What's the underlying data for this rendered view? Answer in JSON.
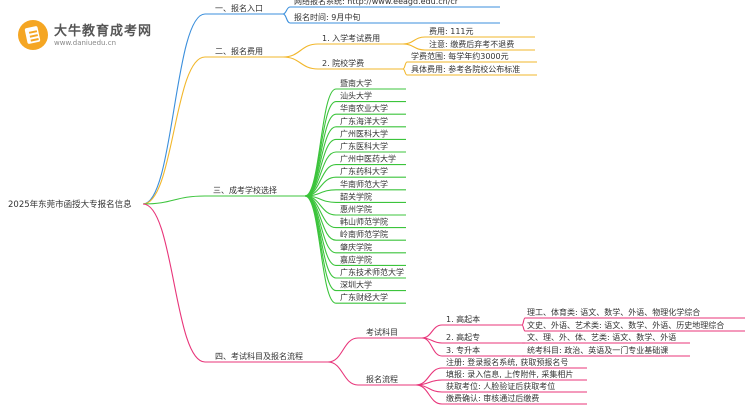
{
  "logo": {
    "name": "大牛教育成考网",
    "url": "www.daniuedu.cn"
  },
  "root": "2025年东莞市函授大专报名信息",
  "branches": {
    "entry": {
      "label": "一、报名入口",
      "items": [
        "网络报名系统: http://www.eeagd.edu.cn/cr",
        "报名时间: 9月中旬"
      ]
    },
    "fee": {
      "label": "二、报名费用",
      "exam": {
        "label": "1. 入学考试费用",
        "items": [
          "费用: 111元",
          "注意: 缴费后弃考不退费"
        ]
      },
      "tuition": {
        "label": "2. 院校学费",
        "items": [
          "学费范围: 每学年约3000元",
          "具体费用: 参考各院校公布标准"
        ]
      }
    },
    "schools": {
      "label": "三、成考学校选择",
      "items": [
        "暨南大学",
        "汕头大学",
        "华南农业大学",
        "广东海洋大学",
        "广州医科大学",
        "广东医科大学",
        "广州中医药大学",
        "广东药科大学",
        "华南师范大学",
        "韶关学院",
        "惠州学院",
        "韩山师范学院",
        "岭南师范学院",
        "肇庆学院",
        "嘉应学院",
        "广东技术师范大学",
        "深圳大学",
        "广东财经大学"
      ]
    },
    "process": {
      "label": "四、考试科目及报名流程",
      "subjects": {
        "label": "考试科目",
        "high_to_bachelor": {
          "label": "1. 高起本",
          "items": [
            "理工、体育类: 语文、数学、外语、物理化学综合",
            "文史、外语、艺术类: 语文、数学、外语、历史地理综合"
          ]
        },
        "high_to_college": {
          "label": "2. 高起专",
          "items": [
            "文、理、外、体、艺类: 语文、数学、外语"
          ]
        },
        "upgrade": {
          "label": "3. 专升本",
          "items": [
            "统考科目: 政治、英语及一门专业基础课"
          ]
        }
      },
      "flow": {
        "label": "报名流程",
        "items": [
          "注册: 登录报名系统, 获取预报名号",
          "填报: 录入信息, 上传附件, 采集相片",
          "获取考位: 人脸验证后获取考位",
          "缴费确认: 审核通过后缴费"
        ]
      }
    }
  },
  "colors": {
    "entry": "#3b8fdc",
    "fee": "#f2b72b",
    "schools": "#3cc43c",
    "process": "#e8357a"
  }
}
